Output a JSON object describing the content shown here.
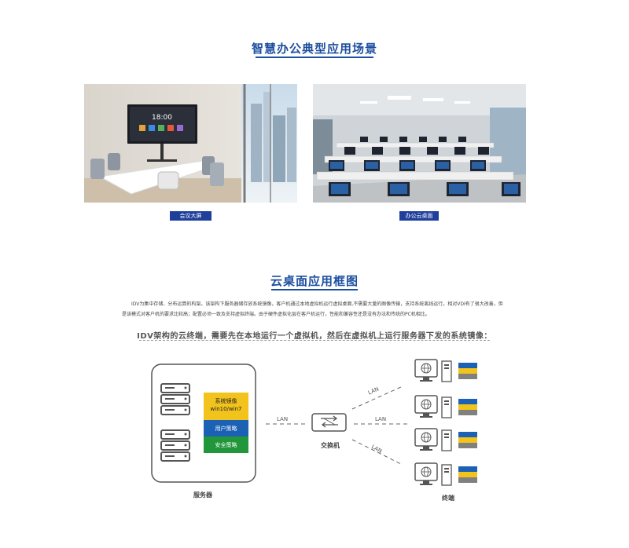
{
  "section1": {
    "title": "智慧办公典型应用场景",
    "photos": [
      {
        "caption": "会议大屏",
        "screen_time": "18:00"
      },
      {
        "caption": "办公云桌面"
      }
    ]
  },
  "section2": {
    "title": "云桌面应用框图",
    "paragraph": "IDV为集中存储、分布运算的构架。该架构下服务器储存放系统镜像，客户机通过本地虚拟机运行虚拟桌面,不需要大量的图像传输，支持系统离线运行。相对VDI有了很大改善，但是该模式对客户机的要求比较高；配置必须一致及支持虚拟终端。由于硬件虚拟化层在客户机运行，性能和兼容性还是没有办法和传统的PC机相比。",
    "subtitle": "IDV架构的云终端，需要先在本地运行一个虚拟机，然后在虚拟机上运行服务器下发的系统镜像："
  },
  "diagram": {
    "server_label": "服务器",
    "image_box_line1": "系统镜像",
    "image_box_line2": "win10/win7",
    "policy_user": "用户策略",
    "policy_security": "安全策略",
    "switch_label": "交换机",
    "terminal_label": "终端",
    "lan_label": "LAN",
    "colors": {
      "yellow": "#f2c31c",
      "blue": "#1b62b5",
      "green": "#21963a"
    }
  }
}
